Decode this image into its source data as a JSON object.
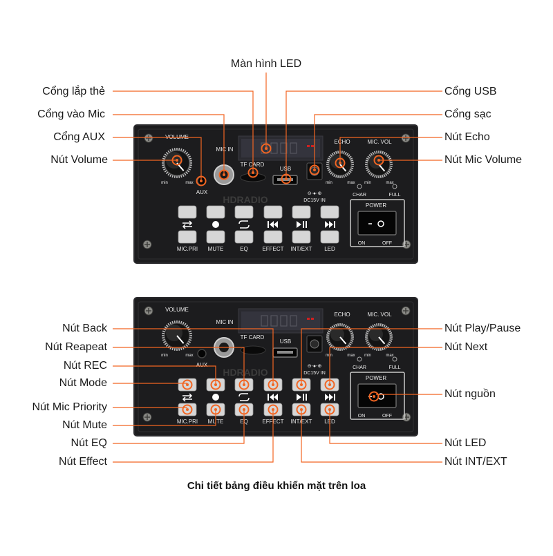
{
  "colors": {
    "accent": "#f26522",
    "panel": "#1c1c1e",
    "panel_edge": "#2b2b2e",
    "button": "#d6d6d6",
    "label_text": "#1a1a1a"
  },
  "panel_text": {
    "volume": "VOLUME",
    "min": "min",
    "max": "max",
    "aux": "AUX",
    "mic_in": "MIC IN",
    "tf_card": "TF CARD",
    "usb": "USB",
    "dc_in": "DC15V IN",
    "echo": "ECHO",
    "mic_vol": "MIC. VOL",
    "char": "CHAR",
    "full": "FULL",
    "power": "POWER",
    "on": "ON",
    "off": "OFF",
    "watermark": "HDRADIO",
    "buttons": [
      "MIC.PRI",
      "MUTE",
      "EQ",
      "EFFECT",
      "INT/EXT",
      "LED"
    ],
    "icons": [
      "mode-swap-icon",
      "rec-dot-icon",
      "repeat-icon",
      "back-icon",
      "play-pause-icon",
      "next-icon"
    ]
  },
  "top_labels": {
    "center_top": "Màn hình LED",
    "left": [
      "Cổng lắp thẻ",
      "Cổng vào Mic",
      "Cổng AUX",
      "Nút Volume"
    ],
    "right": [
      "Cổng USB",
      "Cổng sạc",
      "Nút Echo",
      "Nút Mic Volume"
    ]
  },
  "bottom_labels": {
    "left": [
      "Nút Back",
      "Nút Reapeat",
      "Nút REC",
      "Nút Mode",
      "Nút Mic Priority",
      "Nút Mute",
      "Nút EQ",
      "Nút Effect"
    ],
    "right": [
      "Nút Play/Pause",
      "Nút Next",
      "Nút nguồn",
      "Nút LED",
      "Nút INT/EXT"
    ]
  },
  "caption": "Chi tiết bảng điều khiển mặt trên loa"
}
